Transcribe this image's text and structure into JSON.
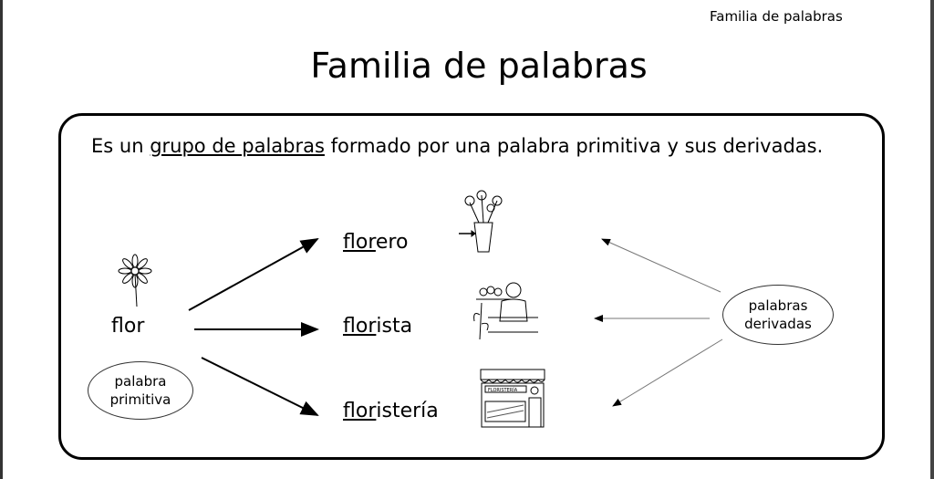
{
  "header": {
    "running_title": "Familia de palabras"
  },
  "title": "Familia de palabras",
  "definition": {
    "pre": "Es un ",
    "underlined": "grupo de palabras",
    "post": " formado por una palabra primitiva y sus derivadas."
  },
  "primitive": {
    "word": "flor",
    "label_line1": "palabra",
    "label_line2": "primitiva"
  },
  "derived": [
    {
      "root": "flor",
      "suffix": "ero"
    },
    {
      "root": "flor",
      "suffix": "ista"
    },
    {
      "root": "flor",
      "suffix": "istería"
    }
  ],
  "derived_label": {
    "line1": "palabras",
    "line2": "derivadas"
  },
  "shop_sign": "FLORISTERÍA"
}
